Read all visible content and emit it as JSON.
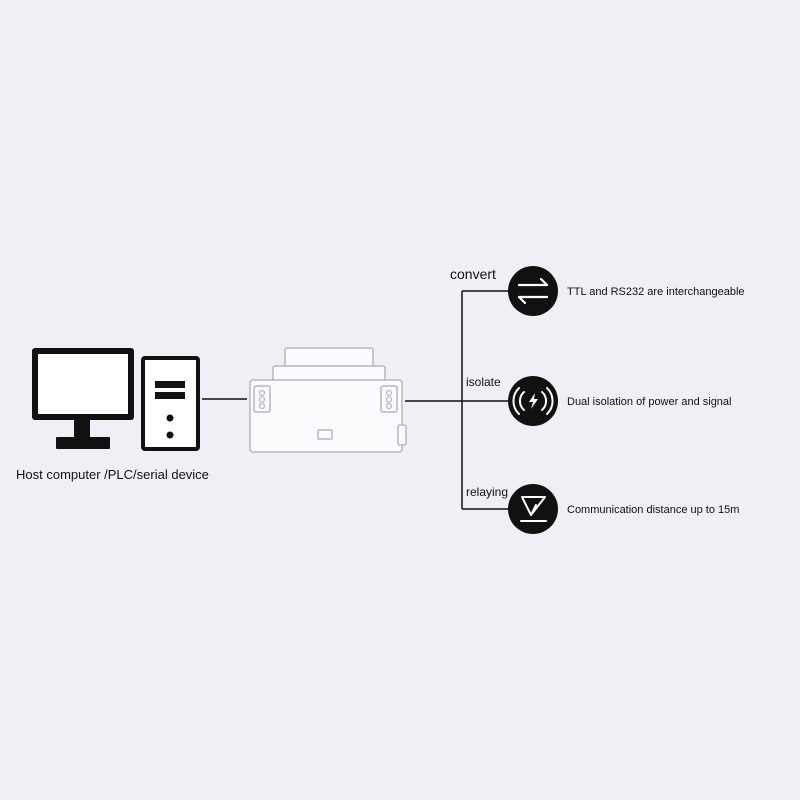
{
  "host": {
    "label": "Host computer /PLC/serial device"
  },
  "branches": [
    {
      "label": "convert",
      "description": "TTL and RS232 are interchangeable",
      "icon": "arrows-exchange-icon"
    },
    {
      "label": "isolate",
      "description": "Dual isolation of power and signal",
      "icon": "signal-isolation-icon"
    },
    {
      "label": "relaying",
      "description": "Communication distance up to 15m",
      "icon": "send-relay-icon"
    }
  ],
  "colors": {
    "background": "#eef0f6",
    "line": "#111111",
    "icon_bg": "#111111",
    "device_outline": "#b5b8c0"
  }
}
